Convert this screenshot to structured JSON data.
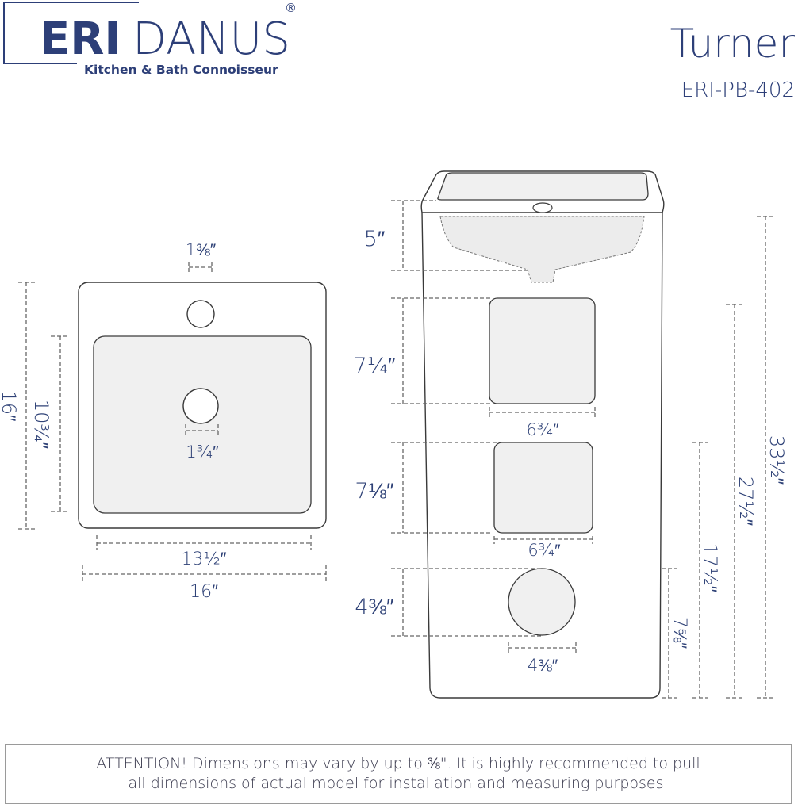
{
  "brand": {
    "logo_bold": "ERI",
    "logo_light": "DANUS",
    "registered": "®",
    "tagline": "Kitchen & Bath Connoisseur"
  },
  "product": {
    "name": "Turner",
    "model": "ERI-PB-402"
  },
  "colors": {
    "brand_blue": "#2d3f78",
    "dimension_text": "#2f4277",
    "outline": "#3a3a3a",
    "basin_fill": "#f0f0f0"
  },
  "top_view": {
    "faucet_hole_diameter": "1⅜″",
    "drain_diameter": "1¾″",
    "overall_depth": "16″",
    "basin_depth": "10¾″",
    "basin_width": "13½″",
    "overall_width": "16″"
  },
  "front_view": {
    "bowl_depth": "5″",
    "upper_opening_height": "7¼″",
    "upper_opening_width": "6¾″",
    "middle_opening_height": "7⅛″",
    "middle_opening_width": "6¾″",
    "round_opening_height": "4⅜″",
    "round_opening_width": "4⅜″",
    "round_opening_center_height": "7⅝″",
    "middle_opening_top_height": "17½″",
    "upper_opening_top_height": "27½″",
    "overall_height": "33½″"
  },
  "notice": {
    "line1": "ATTENTION! Dimensions may vary by up to ⅜\". It is highly recommended to pull",
    "line2": "all dimensions of actual model for installation and measuring purposes."
  }
}
